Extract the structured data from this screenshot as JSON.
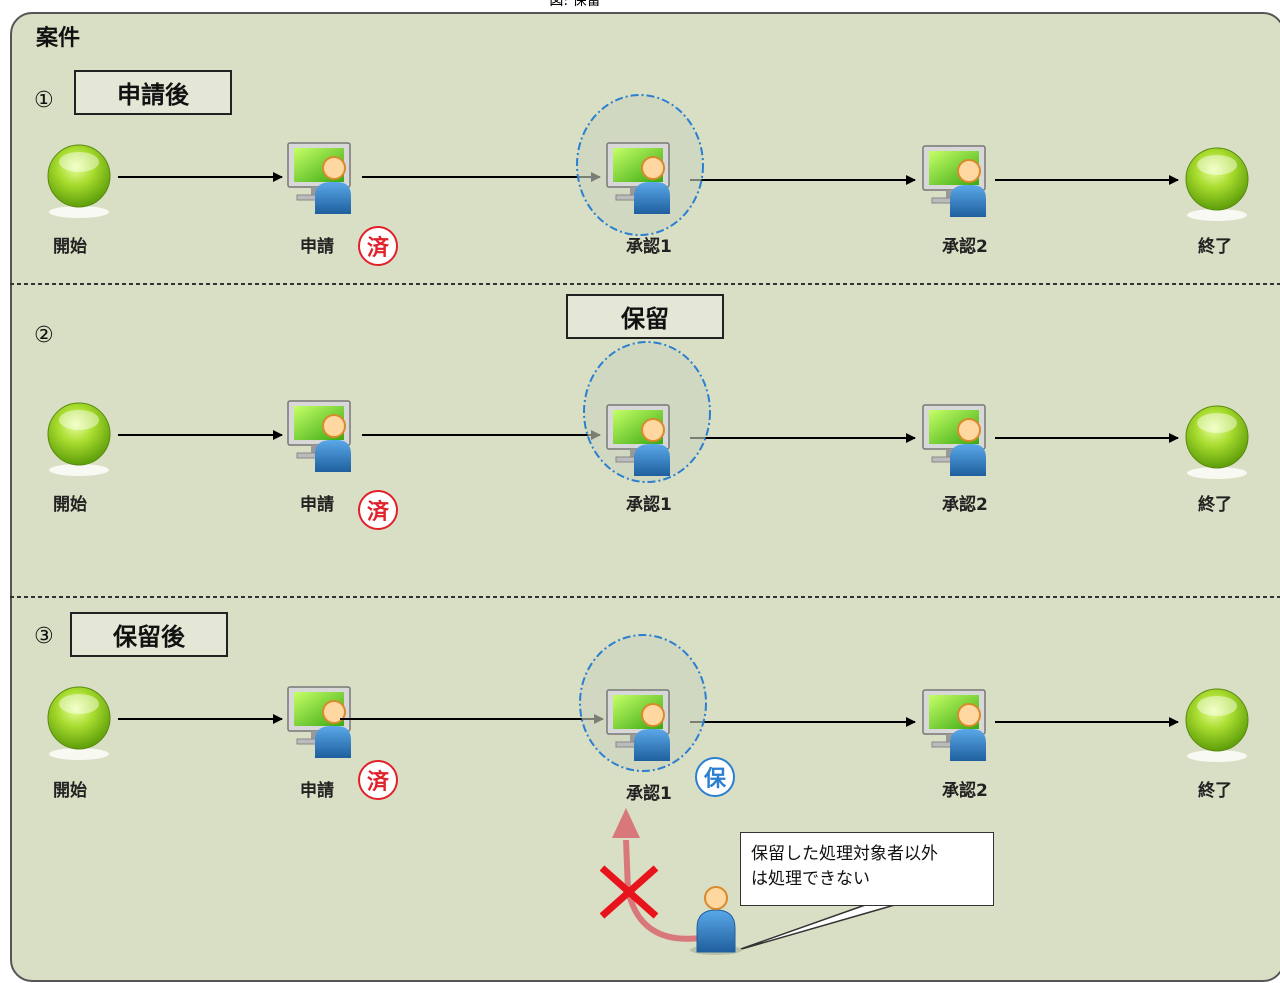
{
  "caption": "図: 保留",
  "panel_title": "案件",
  "steps": [
    {
      "number": "①",
      "label": "申請後"
    },
    {
      "number": "②",
      "label": "保留"
    },
    {
      "number": "③",
      "label": "保留後"
    }
  ],
  "nodes": {
    "start": "開始",
    "apply": "申請",
    "approve1": "承認1",
    "approve2": "承認2",
    "end": "終了"
  },
  "stamps": {
    "done": "済",
    "hold": "保"
  },
  "callout": {
    "line1": "保留した処理対象者以外",
    "line2": "は処理できない"
  },
  "colors": {
    "panel_bg": "#d9dfc4",
    "stamp_red": "#e0202a",
    "stamp_blue": "#2a7fd0",
    "hold_circle": "#2a7fd0",
    "blocked_arrow": "#d9787a",
    "blocked_x": "#e8141c"
  }
}
